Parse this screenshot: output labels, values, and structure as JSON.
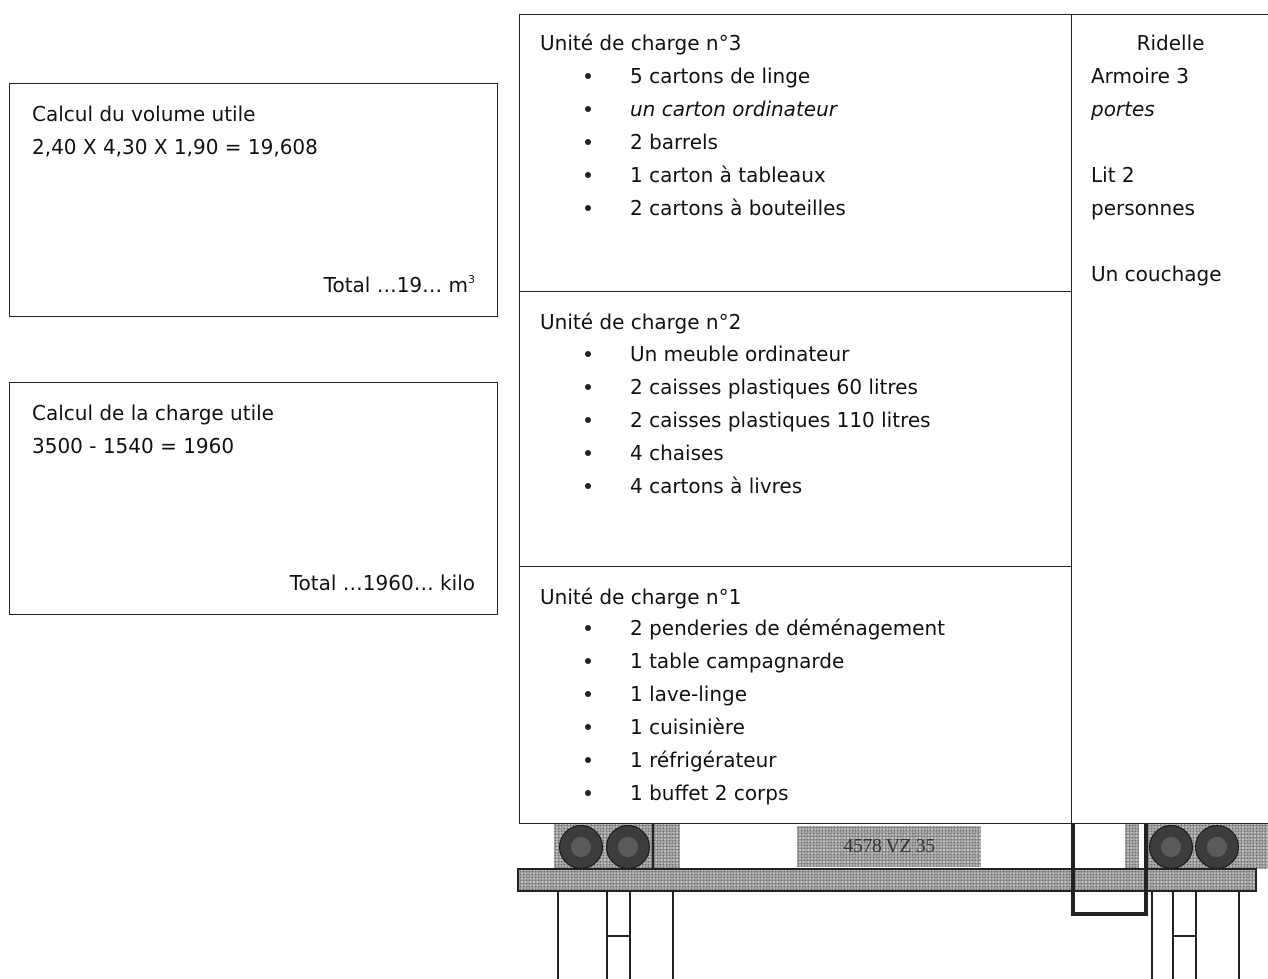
{
  "volume_box": {
    "title": "Calcul du volume utile",
    "formula": "2,40 X 4,30 X 1,90 = 19,608",
    "total_prefix": "Total …19… m",
    "total_exponent": "3"
  },
  "charge_box": {
    "title": "Calcul de la charge utile",
    "formula": "3500 - 1540 = 1960",
    "total": "Total …1960… kilo"
  },
  "units": [
    {
      "title": "Unité de charge n°3",
      "items": [
        "5 cartons de linge",
        "un carton ordinateur",
        "2 barrels",
        "1 carton à tableaux",
        "2 cartons à bouteilles"
      ]
    },
    {
      "title": "Unité de charge n°2",
      "items": [
        "Un meuble ordinateur",
        "2 caisses plastiques 60 litres",
        "2 caisses plastiques 110 litres",
        "4 chaises",
        "4 cartons à livres"
      ]
    },
    {
      "title": "Unité de charge n°1",
      "items": [
        "2 penderies de déménagement",
        "1 table campagnarde",
        "1 lave-linge",
        "1 cuisinière",
        "1 réfrigérateur",
        "1 buffet 2 corps"
      ]
    }
  ],
  "ridelle": {
    "title": "Ridelle",
    "lines": [
      "Armoire 3",
      "portes",
      "Lit 2",
      "personnes",
      "Un couchage"
    ]
  },
  "truck": {
    "plate": "4578 VZ 35"
  }
}
